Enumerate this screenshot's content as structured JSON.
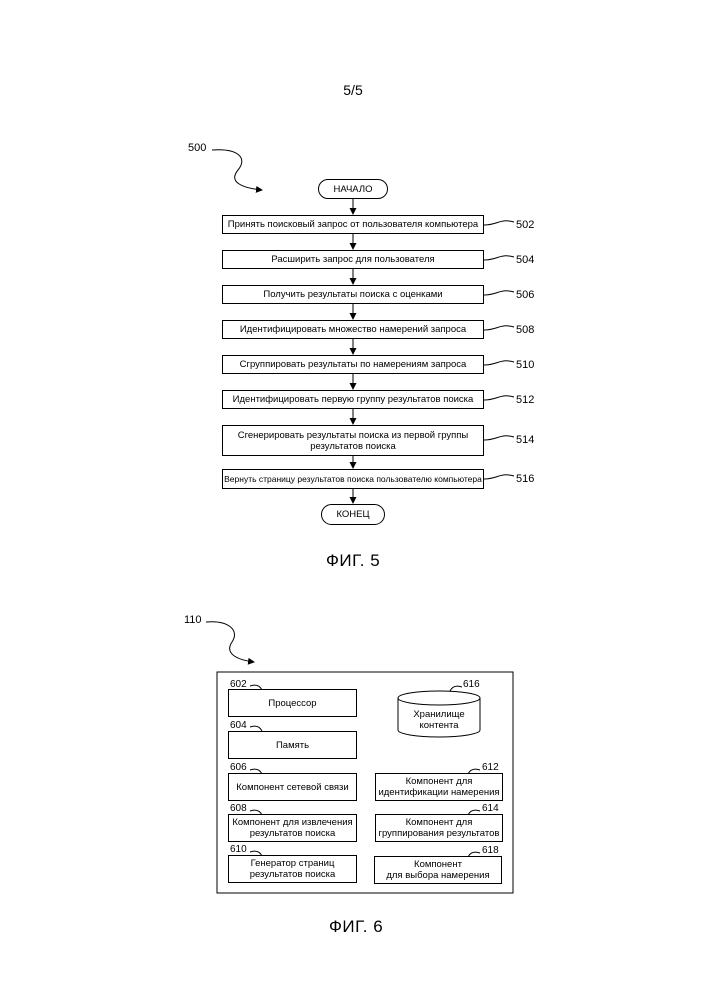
{
  "page_number": "5/5",
  "fig5": {
    "ref": "500",
    "start": "НАЧАЛО",
    "end": "КОНЕЦ",
    "caption": "ФИГ. 5",
    "steps": [
      {
        "ref": "502",
        "label": "Принять поисковый запрос от пользователя компьютера"
      },
      {
        "ref": "504",
        "label": "Расширить запрос для пользователя"
      },
      {
        "ref": "506",
        "label": "Получить результаты поиска с оценками"
      },
      {
        "ref": "508",
        "label": "Идентифицировать множество намерений запроса"
      },
      {
        "ref": "510",
        "label": "Сгруппировать результаты по намерениям запроса"
      },
      {
        "ref": "512",
        "label": "Идентифицировать первую группу результатов поиска"
      },
      {
        "ref": "514",
        "label": "Сгенерировать результаты поиска из первой группы\nрезультатов поиска"
      },
      {
        "ref": "516",
        "label": "Вернуть страницу результатов поиска пользователю компьютера"
      }
    ]
  },
  "fig6": {
    "ref": "110",
    "caption": "ФИГ. 6",
    "storage": {
      "ref": "616",
      "label": "Хранилище\nконтента"
    },
    "components": [
      {
        "ref": "602",
        "label": "Процессор"
      },
      {
        "ref": "604",
        "label": "Память"
      },
      {
        "ref": "606",
        "label": "Компонент сетевой связи"
      },
      {
        "ref": "608",
        "label": "Компонент для извлечения\nрезультатов поиска"
      },
      {
        "ref": "610",
        "label": "Генератор страниц\nрезультатов поиска"
      },
      {
        "ref": "612",
        "label": "Компонент для\nидентификации намерения"
      },
      {
        "ref": "614",
        "label": "Компонент для\nгруппирования результатов"
      },
      {
        "ref": "618",
        "label": "Компонент\nдля выбора намерения"
      }
    ]
  }
}
